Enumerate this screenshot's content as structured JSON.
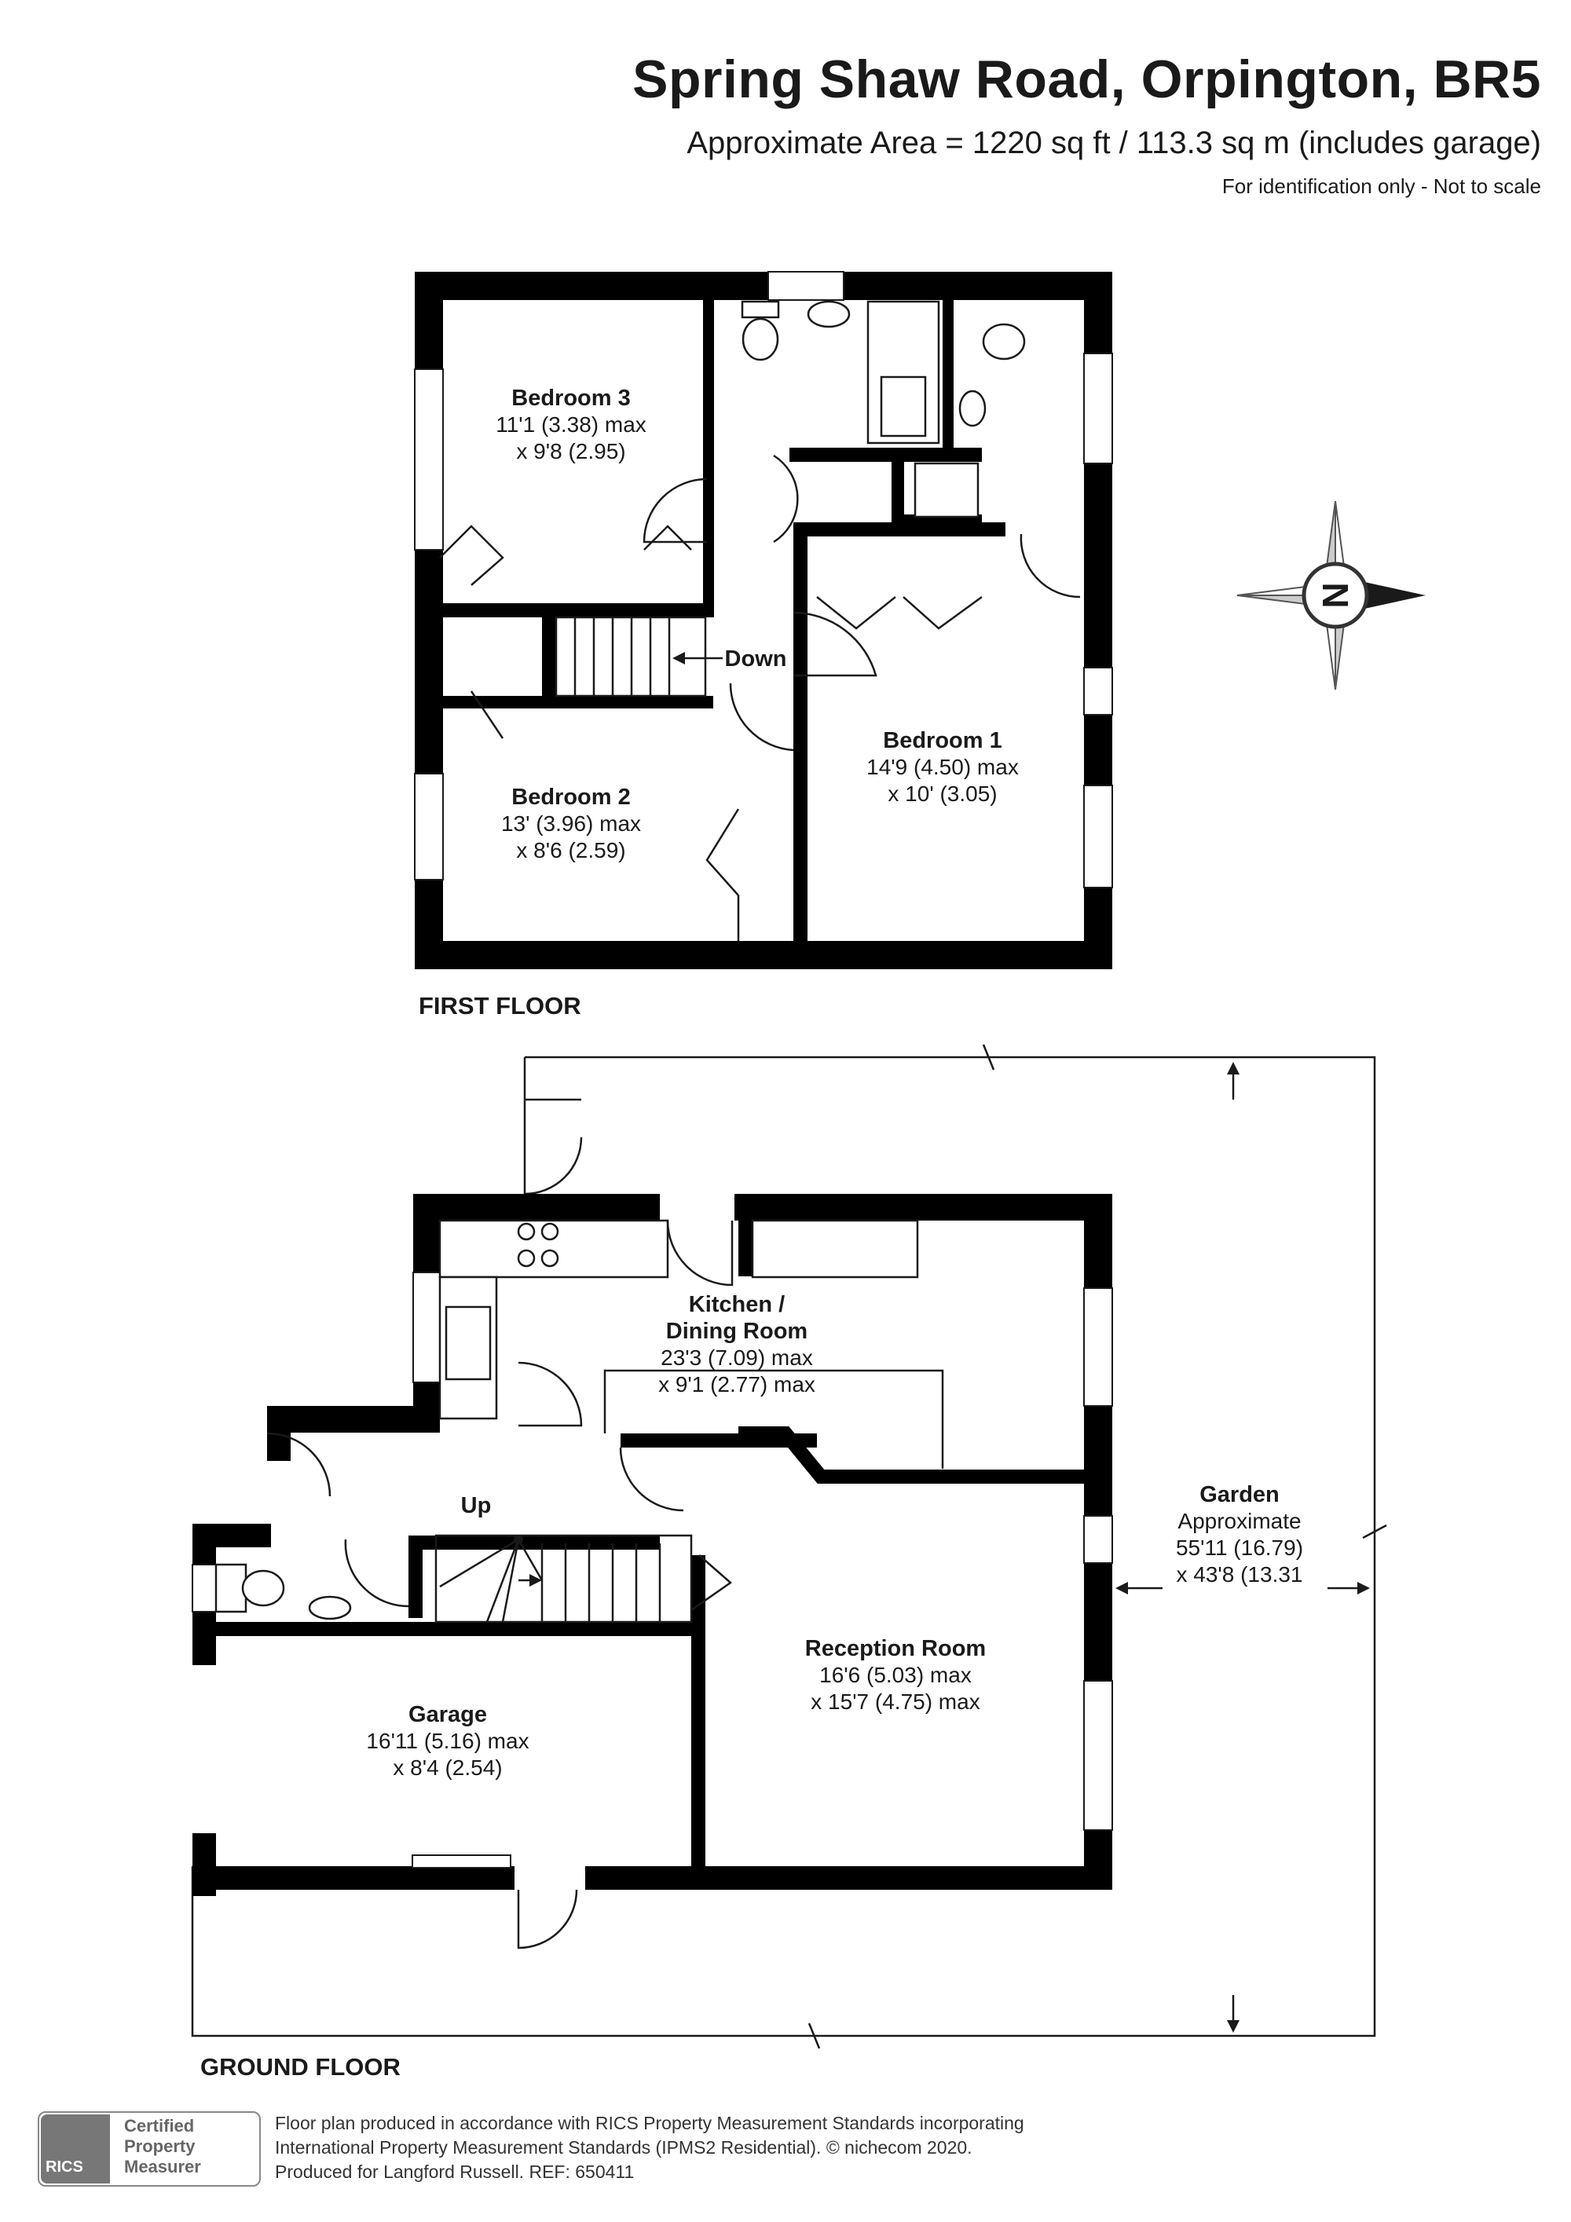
{
  "header": {
    "title": "Spring Shaw Road, Orpington, BR5",
    "subtitle": "Approximate Area = 1220 sq ft / 113.3 sq m (includes garage)",
    "note": "For identification only - Not to scale"
  },
  "compass": {
    "letter": "N"
  },
  "first_floor": {
    "label": "FIRST FLOOR",
    "stairs_label": "Down",
    "rooms": [
      {
        "name": "Bedroom 3",
        "dim1": "11'1 (3.38) max",
        "dim2": "x 9'8 (2.95)"
      },
      {
        "name": "Bedroom 2",
        "dim1": "13' (3.96) max",
        "dim2": "x 8'6 (2.59)"
      },
      {
        "name": "Bedroom 1",
        "dim1": "14'9 (4.50) max",
        "dim2": "x 10' (3.05)"
      }
    ]
  },
  "ground_floor": {
    "label": "GROUND FLOOR",
    "stairs_label": "Up",
    "kitchen": {
      "name1": "Kitchen /",
      "name2": "Dining Room",
      "dim1": "23'3 (7.09) max",
      "dim2": "x 9'1 (2.77) max"
    },
    "reception": {
      "name": "Reception Room",
      "dim1": "16'6 (5.03) max",
      "dim2": "x 15'7 (4.75) max"
    },
    "garage": {
      "name": "Garage",
      "dim1": "16'11 (5.16) max",
      "dim2": "x 8'4 (2.54)"
    },
    "garden": {
      "name": "Garden",
      "line1": "Approximate",
      "dim1": "55'11 (16.79)",
      "dim2": "x 43'8 (13.31"
    }
  },
  "footer": {
    "line1": "Floor plan produced in accordance with RICS Property Measurement Standards incorporating",
    "line2": "International Property Measurement Standards (IPMS2 Residential).   © nichecom 2020.",
    "line3": "Produced for Langford Russell.   REF: 650411",
    "badge_logo": "RICS",
    "badge_line1": "Certified",
    "badge_line2": "Property",
    "badge_line3": "Measurer"
  }
}
